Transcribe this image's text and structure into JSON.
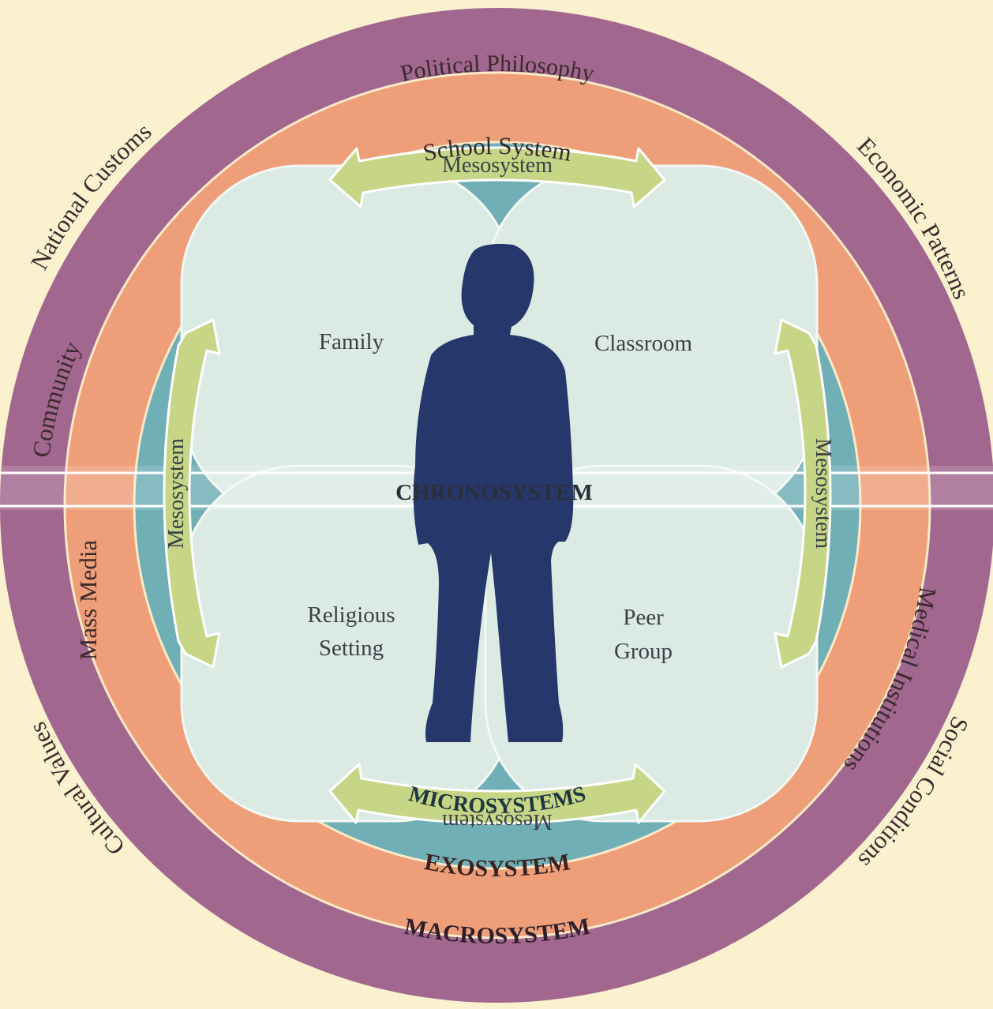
{
  "colors": {
    "background": "#fbf1cf",
    "macro_ring": "#a2678f",
    "exo_ring": "#ee9f79",
    "micro_ring": "#6fafb5",
    "center_fill": "#dceae4",
    "arrow_fill": "#c6d686",
    "figure": "#26376b"
  },
  "macrosystem": {
    "label": "MACROSYSTEM",
    "items": [
      "Political Philosophy",
      "Economic Patterns",
      "Social Conditions",
      "Cultural Values",
      "National Customs"
    ]
  },
  "exosystem": {
    "label": "EXOSYSTEM",
    "items": [
      "School System",
      "Medical Institutions",
      "Mass Media",
      "Community"
    ]
  },
  "microsystems": {
    "label": "MICROSYSTEMS",
    "settings": [
      "Family",
      "Classroom",
      "Religious",
      "Setting",
      "Peer",
      "Group"
    ]
  },
  "mesosystem": {
    "label": "Mesosystem",
    "arrow_icon": "double-headed-arrow-icon"
  },
  "chronosystem": {
    "label": "CHRONOSYSTEM"
  },
  "figure_icon": "child-silhouette-icon"
}
